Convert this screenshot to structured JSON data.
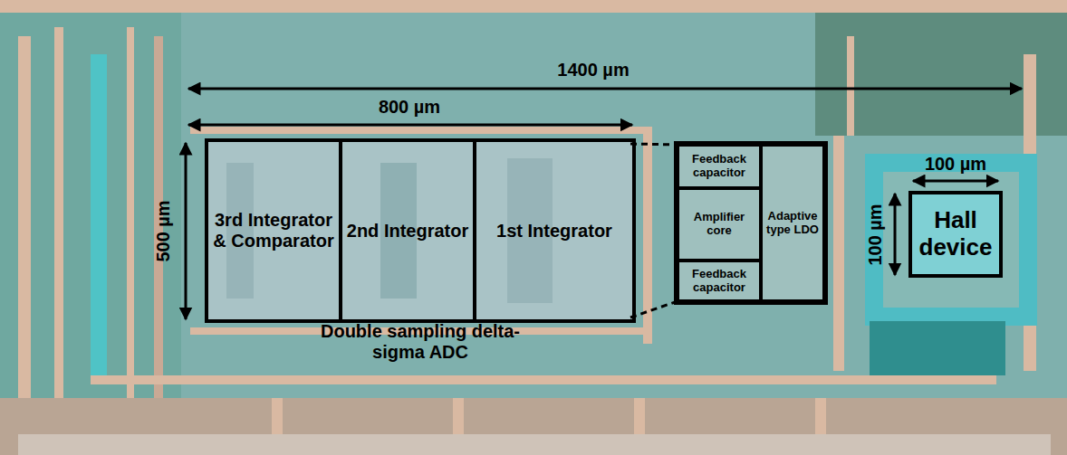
{
  "diagram": {
    "nodes": [
      {
        "text": [
          "Double sampling delta-sigma ADC"
        ]
      },
      {
        "text": [
          "3rd Integrator & Comparator"
        ],
        "in": 0
      },
      {
        "text": [
          "2nd Integrator"
        ],
        "in": 0
      },
      {
        "text": [
          "1st Integrator"
        ],
        "in": 0
      },
      {
        "text": [
          "Feedback capacitor"
        ]
      },
      {
        "text": [
          "Amplifier core"
        ]
      },
      {
        "text": [
          "Feedback capacitor"
        ]
      },
      {
        "text": [
          "Adaptive type LDO"
        ]
      },
      {
        "text": [
          "Hall device"
        ]
      }
    ],
    "edges": [
      {
        "from": 3,
        "to": 4,
        "arrow": "none"
      },
      {
        "from": 3,
        "to": 6,
        "arrow": "none"
      }
    ],
    "labels": [
      "1400 µm",
      "800 µm",
      "500 µm",
      "100 µm",
      "100 µm"
    ]
  }
}
